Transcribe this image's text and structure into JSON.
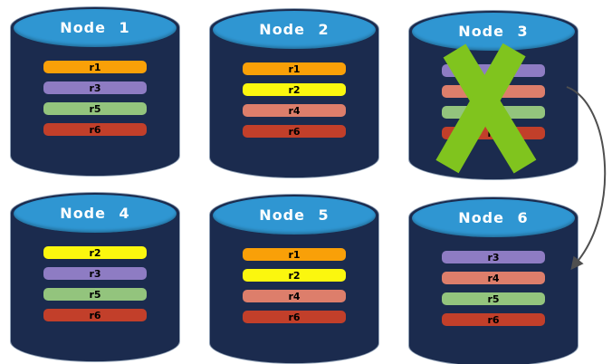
{
  "diagram": {
    "colors": {
      "cylinder_body": "#1B2B4E",
      "cylinder_top": "#2F96D2",
      "outline": "#8FA0B5",
      "title_text": "#FFFFFF",
      "bar_text": "#000000"
    },
    "nodes": [
      {
        "title": "Node 1",
        "failed": false,
        "replicas": [
          {
            "label": "r1",
            "color": "#F9A008"
          },
          {
            "label": "r3",
            "color": "#8E7CC3"
          },
          {
            "label": "r5",
            "color": "#93C47D"
          },
          {
            "label": "r6",
            "color": "#C23F2A"
          }
        ]
      },
      {
        "title": "Node 2",
        "failed": false,
        "replicas": [
          {
            "label": "r1",
            "color": "#F9A008"
          },
          {
            "label": "r2",
            "color": "#FBF70E"
          },
          {
            "label": "r4",
            "color": "#DD7E6B"
          },
          {
            "label": "r6",
            "color": "#C23F2A"
          }
        ]
      },
      {
        "title": "Node 3",
        "failed": true,
        "replicas": [
          {
            "label": "r3",
            "color": "#8E7CC3"
          },
          {
            "label": "r4",
            "color": "#DD7E6B"
          },
          {
            "label": "r5",
            "color": "#93C47D"
          },
          {
            "label": "r6",
            "color": "#C23F2A"
          }
        ]
      },
      {
        "title": "Node 4",
        "failed": false,
        "replicas": [
          {
            "label": "r2",
            "color": "#FBF70E"
          },
          {
            "label": "r3",
            "color": "#8E7CC3"
          },
          {
            "label": "r5",
            "color": "#93C47D"
          },
          {
            "label": "r6",
            "color": "#C23F2A"
          }
        ]
      },
      {
        "title": "Node 5",
        "failed": false,
        "replicas": [
          {
            "label": "r1",
            "color": "#F9A008"
          },
          {
            "label": "r2",
            "color": "#FBF70E"
          },
          {
            "label": "r4",
            "color": "#DD7E6B"
          },
          {
            "label": "r6",
            "color": "#C23F2A"
          }
        ]
      },
      {
        "title": "Node 6",
        "failed": false,
        "replicas": [
          {
            "label": "r3",
            "color": "#8E7CC3"
          },
          {
            "label": "r4",
            "color": "#DD7E6B"
          },
          {
            "label": "r5",
            "color": "#93C47D"
          },
          {
            "label": "r6",
            "color": "#C23F2A"
          }
        ]
      }
    ],
    "failure_mark": {
      "shape": "X",
      "on": "Node 3",
      "color": "#80C41E"
    },
    "arrow": {
      "from": "Node 3",
      "to": "Node 6",
      "style": "curved",
      "color": "#4F4F4F"
    }
  }
}
